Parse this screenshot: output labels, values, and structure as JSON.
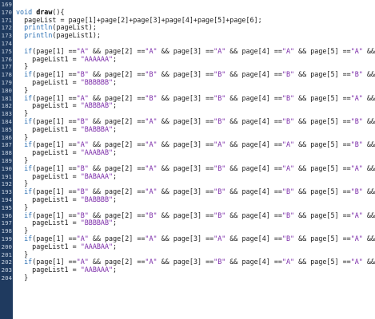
{
  "editor": {
    "lines": [
      {
        "n": "169",
        "t": ""
      },
      {
        "n": "170",
        "t": "void draw(){"
      },
      {
        "n": "171",
        "t": "  pageList = page[1]+page[2]+page[3]+page[4]+page[5]+page[6];"
      },
      {
        "n": "172",
        "t": "  println(pageList);"
      },
      {
        "n": "173",
        "t": "  println(pageList1);"
      },
      {
        "n": "174",
        "t": ""
      },
      {
        "n": "175",
        "t": "  if(page[1] ==\"A\" && page[2] ==\"A\" && page[3] ==\"A\" && page[4] ==\"A\" && page[5] ==\"A\" &&"
      },
      {
        "n": "176",
        "t": "    pageList1 = \"AAAAAA\";"
      },
      {
        "n": "177",
        "t": "  }"
      },
      {
        "n": "178",
        "t": "  if(page[1] ==\"B\" && page[2] ==\"B\" && page[3] ==\"B\" && page[4] ==\"B\" && page[5] ==\"B\" &&"
      },
      {
        "n": "179",
        "t": "    pageList1 = \"BBBBBB\";"
      },
      {
        "n": "180",
        "t": "  }"
      },
      {
        "n": "181",
        "t": "  if(page[1] ==\"A\" && page[2] ==\"B\" && page[3] ==\"B\" && page[4] ==\"B\" && page[5] ==\"A\" &&"
      },
      {
        "n": "182",
        "t": "    pageList1 = \"ABBBAB\";"
      },
      {
        "n": "183",
        "t": "  }"
      },
      {
        "n": "184",
        "t": "  if(page[1] ==\"B\" && page[2] ==\"A\" && page[3] ==\"B\" && page[4] ==\"B\" && page[5] ==\"B\" &&"
      },
      {
        "n": "185",
        "t": "    pageList1 = \"BABBBA\";"
      },
      {
        "n": "186",
        "t": "  }"
      },
      {
        "n": "187",
        "t": "  if(page[1] ==\"A\" && page[2] ==\"A\" && page[3] ==\"A\" && page[4] ==\"A\" && page[5] ==\"B\" &&"
      },
      {
        "n": "188",
        "t": "    pageList1 = \"AAABAB\";"
      },
      {
        "n": "189",
        "t": "  }"
      },
      {
        "n": "190",
        "t": "  if(page[1] ==\"B\" && page[2] ==\"A\" && page[3] ==\"B\" && page[4] ==\"A\" && page[5] ==\"A\" &&"
      },
      {
        "n": "191",
        "t": "    pageList1 = \"BABAAA\";"
      },
      {
        "n": "192",
        "t": "  }"
      },
      {
        "n": "193",
        "t": "  if(page[1] ==\"B\" && page[2] ==\"A\" && page[3] ==\"B\" && page[4] ==\"B\" && page[5] ==\"B\" &&"
      },
      {
        "n": "194",
        "t": "    pageList1 = \"BABBBB\";"
      },
      {
        "n": "195",
        "t": "  }"
      },
      {
        "n": "196",
        "t": "  if(page[1] ==\"B\" && page[2] ==\"B\" && page[3] ==\"B\" && page[4] ==\"B\" && page[5] ==\"A\" &&"
      },
      {
        "n": "197",
        "t": "    pageList1 = \"BBBBAB\";"
      },
      {
        "n": "198",
        "t": "  }"
      },
      {
        "n": "199",
        "t": "  if(page[1] ==\"A\" && page[2] ==\"A\" && page[3] ==\"A\" && page[4] ==\"B\" && page[5] ==\"A\" &&"
      },
      {
        "n": "200",
        "t": "    pageList1 = \"AAABAA\";"
      },
      {
        "n": "201",
        "t": "  }"
      },
      {
        "n": "202",
        "t": "  if(page[1] ==\"A\" && page[2] ==\"A\" && page[3] ==\"B\" && page[4] ==\"A\" && page[5] ==\"A\" &&"
      },
      {
        "n": "203",
        "t": "    pageList1 = \"AABAAA\";"
      },
      {
        "n": "204",
        "t": "  }"
      }
    ]
  }
}
